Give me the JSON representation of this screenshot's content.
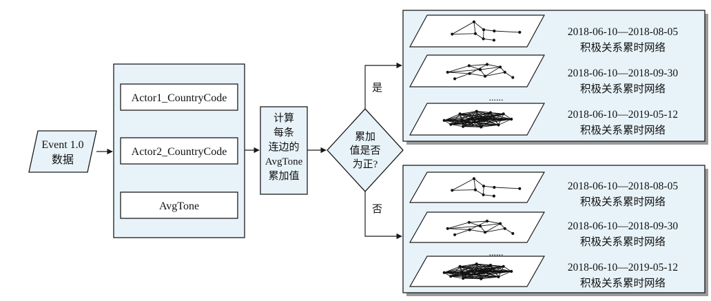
{
  "input": {
    "line1": "Event 1.0",
    "line2": "数据"
  },
  "fields": [
    "Actor1_CountryCode",
    "Actor2_CountryCode",
    "AvgTone"
  ],
  "compute": {
    "lines": [
      "计算",
      "每条",
      "连边的",
      "AvgTone",
      "累加值"
    ]
  },
  "decision": {
    "lines": [
      "累加",
      "值是否",
      "为正?"
    ]
  },
  "branch_yes": "是",
  "branch_no": "否",
  "networks_positive": [
    {
      "range": "2018-06-10—2018-08-05",
      "label": "积极关系累时网络"
    },
    {
      "range": "2018-06-10—2018-09-30",
      "label": "积极关系累时网络"
    },
    {
      "range": "2018-06-10—2019-05-12",
      "label": "积极关系累时网络"
    }
  ],
  "networks_negative": [
    {
      "range": "2018-06-10—2018-08-05",
      "label": "积极关系累时网络"
    },
    {
      "range": "2018-06-10—2018-09-30",
      "label": "积极关系累时网络"
    },
    {
      "range": "2018-06-10—2019-05-12",
      "label": "积极关系累时网络"
    }
  ],
  "ellipsis": "......"
}
